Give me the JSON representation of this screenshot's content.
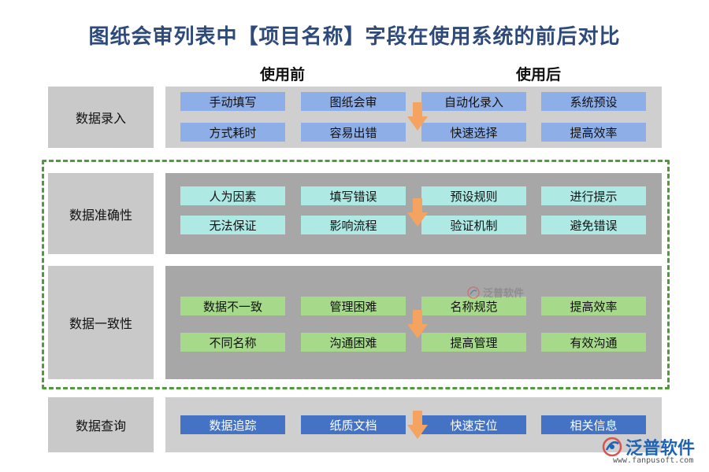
{
  "title": "图纸会审列表中【项目名称】字段在使用系统的前后对比",
  "columns": {
    "before": "使用前",
    "after": "使用后"
  },
  "rows": [
    {
      "label": "数据录入",
      "before": [
        "手动填写",
        "图纸会审",
        "方式耗时",
        "容易出错"
      ],
      "after": [
        "自动化录入",
        "系统预设",
        "快速选择",
        "提高效率"
      ]
    },
    {
      "label": "数据准确性",
      "before": [
        "人为因素",
        "填写错误",
        "无法保证",
        "影响流程"
      ],
      "after": [
        "预设规则",
        "进行提示",
        "验证机制",
        "避免错误"
      ]
    },
    {
      "label": "数据一致性",
      "before": [
        "数据不一致",
        "管理困难",
        "不同名称",
        "沟通困难"
      ],
      "after": [
        "名称规范",
        "提高效率",
        "提高管理",
        "有效沟通"
      ]
    },
    {
      "label": "数据查询",
      "before": [
        "数据追踪",
        "纸质文档"
      ],
      "after": [
        "快速定位",
        "相关信息"
      ]
    }
  ],
  "watermark": "泛普软件",
  "logo": {
    "name": "泛普软件",
    "url": "www.fanpusoft.com",
    "icon": "fanpu-logo-icon"
  },
  "colors": {
    "title": "#2e4a7a",
    "row1_chip": "#8eaee8",
    "row2_chip": "#aee9e4",
    "row3_chip": "#a6d98a",
    "row4_chip": "#4472c4",
    "arrow": "#f4a460",
    "dashed_border": "#4f9a3a"
  }
}
